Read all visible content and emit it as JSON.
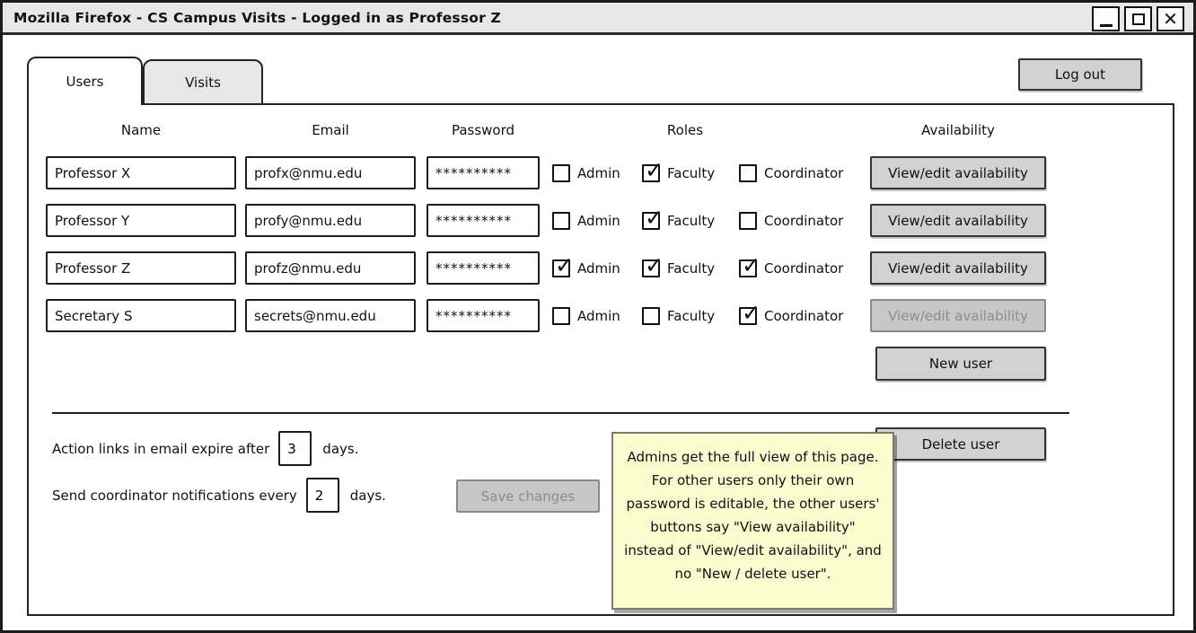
{
  "window": {
    "title": "Mozilla Firefox - CS Campus Visits - Logged in as Professor Z"
  },
  "icons": {
    "close": "✕",
    "check": "✓"
  },
  "colors": {
    "titlebar_gray": "#e7e7e7",
    "button_gray": "#d2d2d2",
    "disabled_gray": "#c7c7c7",
    "disabled_text": "#8d8d8d",
    "note_background": "#fbfbd0"
  },
  "tabs": [
    {
      "label": "Users",
      "active": true
    },
    {
      "label": "Visits",
      "active": false
    }
  ],
  "logout_label": "Log out",
  "table": {
    "headers": {
      "name": "Name",
      "email": "Email",
      "password": "Password",
      "roles": "Roles",
      "availability": "Availability"
    },
    "role_labels": {
      "admin": "Admin",
      "faculty": "Faculty",
      "coordinator": "Coordinator"
    },
    "users": [
      {
        "name": "Professor X",
        "email": "profx@nmu.edu",
        "password": "**********",
        "roles": {
          "admin": false,
          "faculty": true,
          "coordinator": false
        },
        "availability_label": "View/edit availability",
        "availability_disabled": false
      },
      {
        "name": "Professor Y",
        "email": "profy@nmu.edu",
        "password": "**********",
        "roles": {
          "admin": false,
          "faculty": true,
          "coordinator": false
        },
        "availability_label": "View/edit availability",
        "availability_disabled": false
      },
      {
        "name": "Professor Z",
        "email": "profz@nmu.edu",
        "password": "**********",
        "roles": {
          "admin": true,
          "faculty": true,
          "coordinator": true
        },
        "availability_label": "View/edit availability",
        "availability_disabled": false
      },
      {
        "name": "Secretary S",
        "email": "secrets@nmu.edu",
        "password": "**********",
        "roles": {
          "admin": false,
          "faculty": false,
          "coordinator": true
        },
        "availability_label": "View/edit availability",
        "availability_disabled": true
      }
    ],
    "new_user_label": "New user",
    "delete_user_label": "Delete user"
  },
  "settings": {
    "expire": {
      "before": "Action links in email expire after",
      "value": "3",
      "after": "days."
    },
    "notify": {
      "before": "Send coordinator notifications every",
      "value": "2",
      "after": "days."
    },
    "save_label": "Save changes",
    "save_disabled": true
  },
  "note": {
    "text": "Admins get the full view of this page. For other users only their own password is editable, the other users' buttons say \"View availability\" instead of \"View/edit availability\", and no \"New / delete user\"."
  }
}
